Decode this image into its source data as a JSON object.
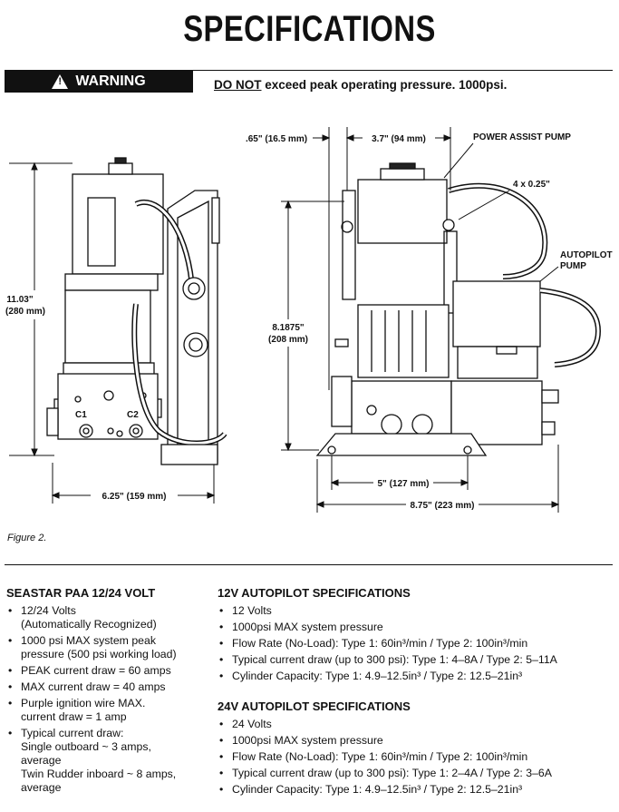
{
  "title": "SPECIFICATIONS",
  "warning": {
    "label": "WARNING",
    "emphasis": "DO NOT",
    "text": " exceed peak operating pressure. 1000psi."
  },
  "figure": {
    "caption": "Figure 2.",
    "labels": {
      "height_left": "11.03\"",
      "height_left_mm": "(280 mm)",
      "width_left": "6.25\" (159 mm)",
      "offset": ".65\" (16.5 mm)",
      "width_top": "3.7\" (94 mm)",
      "power_assist": "POWER ASSIST PUMP",
      "bolts": "4 x 0.25\"",
      "autopilot_1": "AUTOPILOT",
      "autopilot_2": "PUMP",
      "height_right": "8.1875\"",
      "height_right_mm": "(208 mm)",
      "base_width": "5\" (127 mm)",
      "total_width": "8.75\" (223 mm)",
      "port_c1": "C1",
      "port_c2": "C2"
    }
  },
  "seastar": {
    "heading": "SEASTAR PAA 12/24 VOLT",
    "items": [
      {
        "line1": "12/24 Volts",
        "line2": "(Automatically Recognized)"
      },
      {
        "line1": "1000 psi MAX system peak",
        "line2": "pressure (500 psi working load)"
      },
      {
        "line1": "PEAK current draw = 60 amps"
      },
      {
        "line1": "MAX current draw = 40 amps"
      },
      {
        "line1": "Purple ignition wire MAX.",
        "line2": "current draw = 1 amp"
      },
      {
        "line1": "Typical current draw:",
        "line2": "Single outboard ~ 3 amps,",
        "line3": "average",
        "line4": "Twin Rudder inboard ~ 8 amps,",
        "line5": "average"
      }
    ]
  },
  "spec12": {
    "heading": "12V AUTOPILOT SPECIFICATIONS",
    "items": [
      "12 Volts",
      "1000psi MAX system pressure",
      "Flow Rate (No-Load): Type 1: 60in³/min / Type 2: 100in³/min",
      "Typical current draw (up to 300 psi): Type 1: 4–8A / Type 2: 5–11A",
      "Cylinder Capacity: Type 1: 4.9–12.5in³ / Type 2: 12.5–21in³"
    ]
  },
  "spec24": {
    "heading": "24V AUTOPILOT SPECIFICATIONS",
    "items": [
      "24 Volts",
      "1000psi MAX system pressure",
      "Flow Rate (No-Load): Type 1: 60in³/min / Type 2: 100in³/min",
      "Typical current draw (up to 300 psi): Type 1: 2–4A / Type 2: 3–6A",
      "Cylinder Capacity: Type 1: 4.9–12.5in³ / Type 2: 12.5–21in³"
    ]
  }
}
